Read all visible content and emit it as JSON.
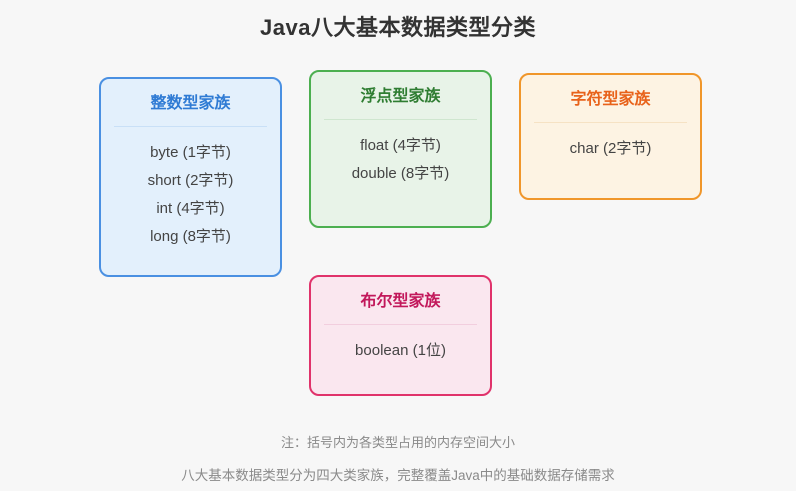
{
  "page": {
    "title": "Java八大基本数据类型分类",
    "background_color": "#f7f7f7",
    "title_color": "#333333"
  },
  "cards": [
    {
      "id": "integer",
      "title": "整数型家族",
      "border_color": "#4a90e2",
      "background_color": "#e3f0fc",
      "title_color": "#2f7bd4",
      "divider_color": "#c9e0f7",
      "items": [
        "byte (1字节)",
        "short (2字节)",
        "int (4字节)",
        "long (8字节)"
      ]
    },
    {
      "id": "float",
      "title": "浮点型家族",
      "border_color": "#4caf50",
      "background_color": "#e8f3e8",
      "title_color": "#2f7d32",
      "divider_color": "#cfe6cf",
      "items": [
        "float (4字节)",
        "double (8字节)"
      ]
    },
    {
      "id": "char",
      "title": "字符型家族",
      "border_color": "#f0962a",
      "background_color": "#fdf3e3",
      "title_color": "#e8621a",
      "divider_color": "#f6e2c4",
      "items": [
        "char (2字节)"
      ]
    },
    {
      "id": "boolean",
      "title": "布尔型家族",
      "border_color": "#e0336b",
      "background_color": "#fae7ef",
      "title_color": "#c2185b",
      "divider_color": "#f2cede",
      "items": [
        "boolean (1位)"
      ]
    }
  ],
  "footer": {
    "note_1": "注：括号内为各类型占用的内存空间大小",
    "note_2": "八大基本数据类型分为四大类家族，完整覆盖Java中的基础数据存储需求",
    "color": "#8a8a8a"
  }
}
